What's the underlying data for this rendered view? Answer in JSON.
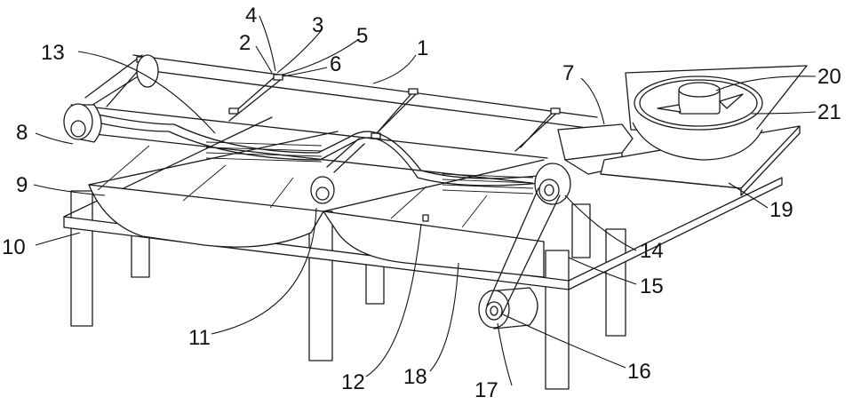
{
  "figure": {
    "labels": [
      {
        "id": "l1",
        "text": "1"
      },
      {
        "id": "l2",
        "text": "2"
      },
      {
        "id": "l3",
        "text": "3"
      },
      {
        "id": "l4",
        "text": "4"
      },
      {
        "id": "l5",
        "text": "5"
      },
      {
        "id": "l6",
        "text": "6"
      },
      {
        "id": "l7",
        "text": "7"
      },
      {
        "id": "l8",
        "text": "8"
      },
      {
        "id": "l9",
        "text": "9"
      },
      {
        "id": "l10",
        "text": "10"
      },
      {
        "id": "l11",
        "text": "11"
      },
      {
        "id": "l12",
        "text": "12"
      },
      {
        "id": "l13",
        "text": "13"
      },
      {
        "id": "l14",
        "text": "14"
      },
      {
        "id": "l15",
        "text": "15"
      },
      {
        "id": "l16",
        "text": "16"
      },
      {
        "id": "l17",
        "text": "17"
      },
      {
        "id": "l18",
        "text": "18"
      },
      {
        "id": "l19",
        "text": "19"
      },
      {
        "id": "l20",
        "text": "20"
      },
      {
        "id": "l21",
        "text": "21"
      }
    ]
  }
}
